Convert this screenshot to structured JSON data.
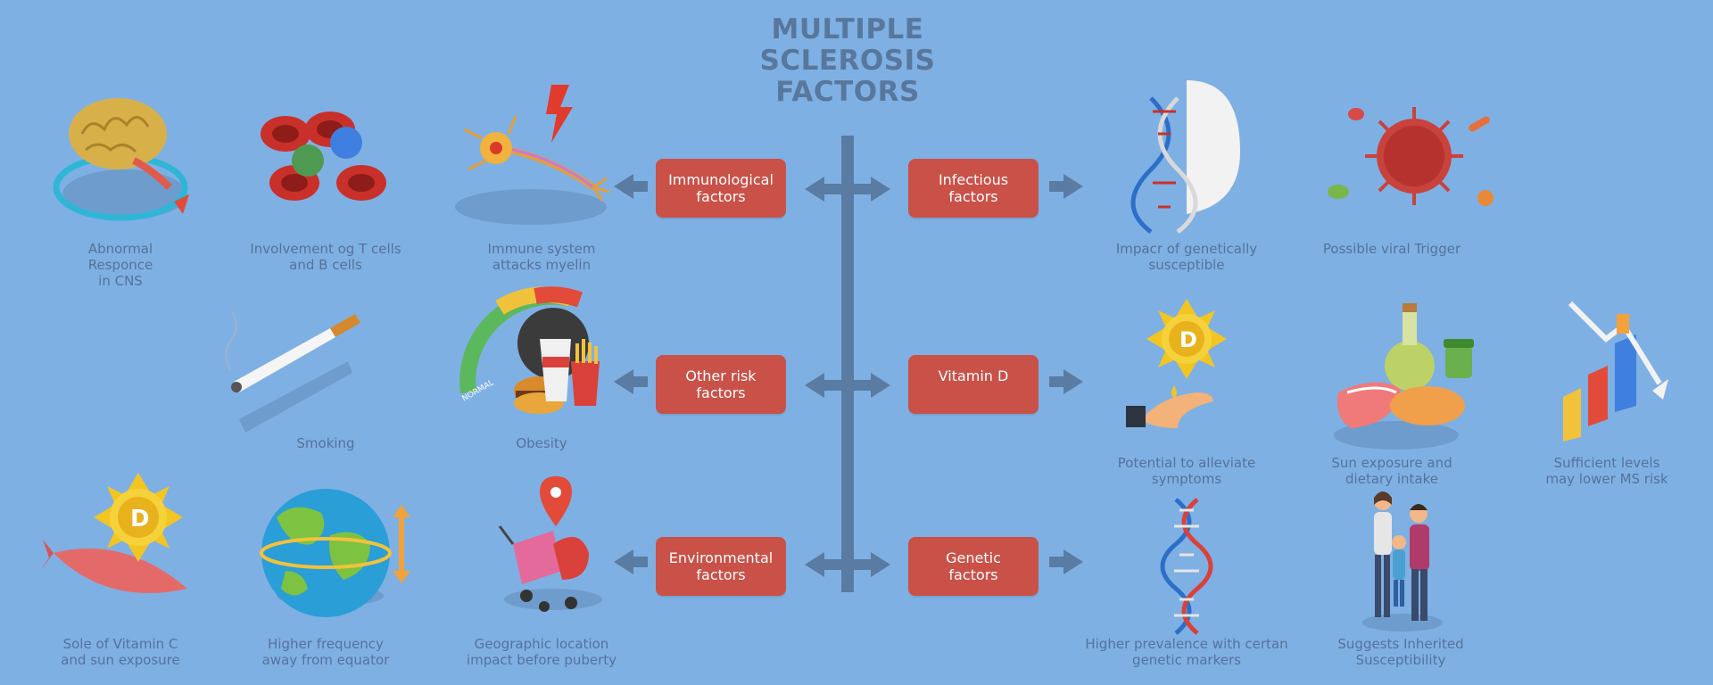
{
  "title": {
    "line1": "MULTIPLE",
    "line2": "SCLEROSIS",
    "line3": "FACTORS"
  },
  "factors": {
    "immunological": {
      "line1": "Immunological",
      "line2": "factors"
    },
    "infectious": {
      "line1": "Infectious",
      "line2": "factors"
    },
    "other_risk": {
      "line1": "Other risk",
      "line2": "factors"
    },
    "vitamin_d": {
      "line1": "Vitamin D"
    },
    "environmental": {
      "line1": "Environmental",
      "line2": "factors"
    },
    "genetic": {
      "line1": "Genetic",
      "line2": "factors"
    }
  },
  "labels": {
    "abnormal": [
      "Abnormal",
      "Responce",
      "in CNS"
    ],
    "tcells": [
      "Involvement og T cells",
      "and B cells"
    ],
    "myelin": [
      "Immune system",
      "attacks myelin"
    ],
    "genetically": [
      "Impacr of genetically",
      "susceptible"
    ],
    "viral": [
      "Possible viral Trigger"
    ],
    "smoking": [
      "Smoking"
    ],
    "obesity": [
      "Obesity"
    ],
    "alleviate": [
      "Potential to alleviate",
      "symptoms"
    ],
    "sun_diet": [
      "Sun exposure and",
      "dietary intake"
    ],
    "sufficient": [
      "Sufficient levels",
      "may lower MS risk"
    ],
    "vitc": [
      "Sole of Vitamin C",
      "and sun exposure"
    ],
    "equator": [
      "Higher frequency",
      "away from equator"
    ],
    "geographic": [
      "Geographic location",
      "impact before puberty"
    ],
    "markers": [
      "Higher prevalence with certan",
      "genetic markers"
    ],
    "inherited": [
      "Suggests  Inherited",
      "Susceptibility"
    ]
  },
  "gauge_text": "NORMAL",
  "vitamin_letter": "D",
  "colors": {
    "background": "#7fb0e3",
    "box": "#c95148",
    "arrow": "#5a7ba2",
    "title": "#58779c",
    "label": "#54729a"
  }
}
